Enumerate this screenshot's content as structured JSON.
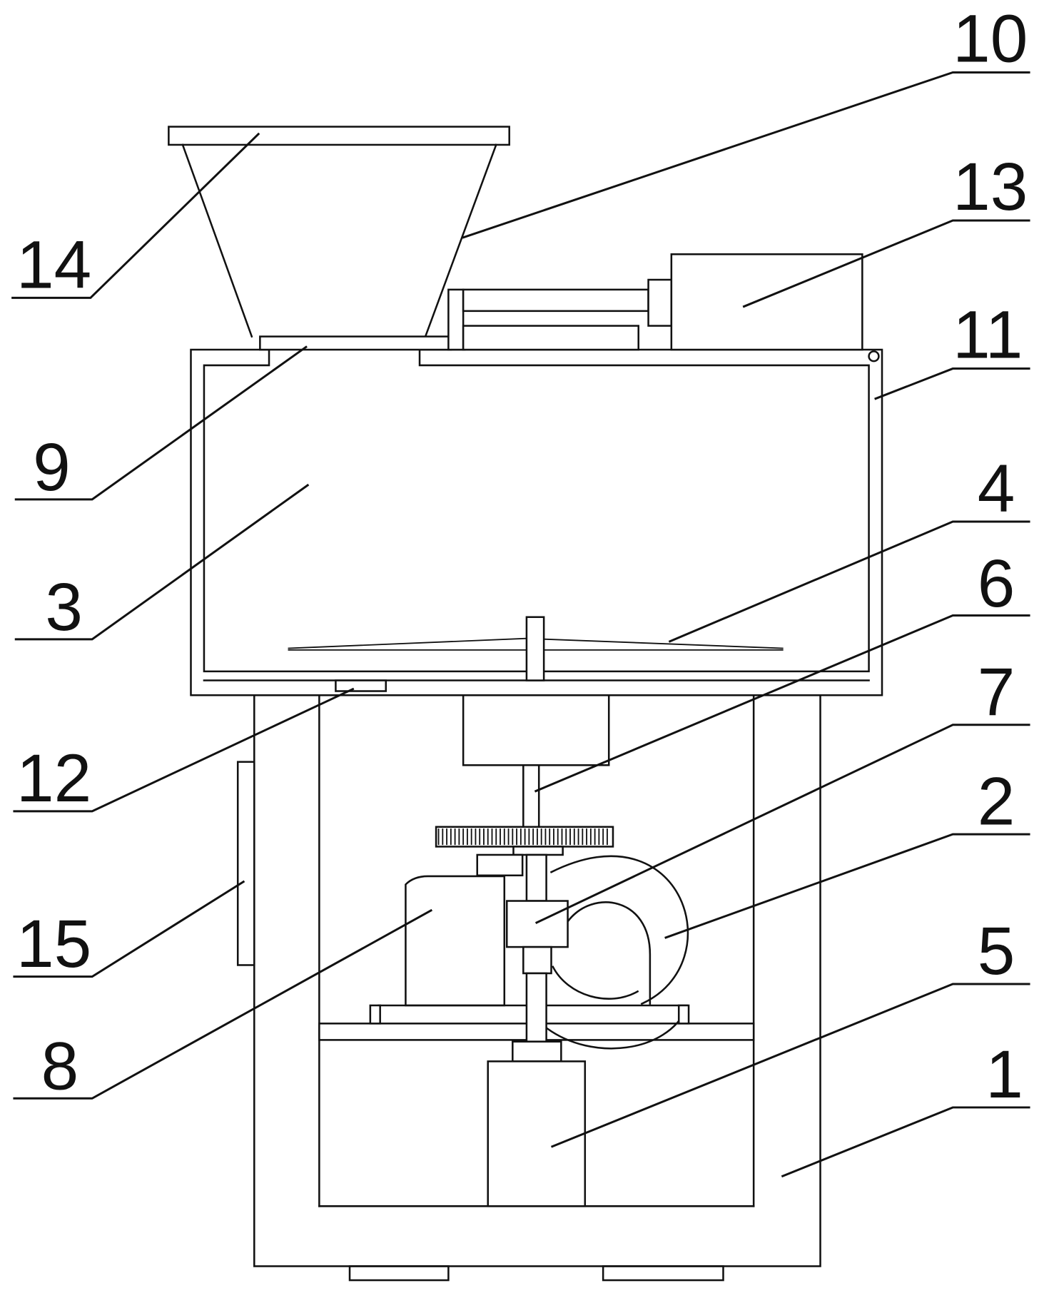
{
  "labels": [
    {
      "key": "l10",
      "text": "10"
    },
    {
      "key": "l14",
      "text": "14"
    },
    {
      "key": "l13",
      "text": "13"
    },
    {
      "key": "l11",
      "text": "11"
    },
    {
      "key": "l9",
      "text": "9"
    },
    {
      "key": "l4",
      "text": "4"
    },
    {
      "key": "l3",
      "text": "3"
    },
    {
      "key": "l6",
      "text": "6"
    },
    {
      "key": "l7",
      "text": "7"
    },
    {
      "key": "l12",
      "text": "12"
    },
    {
      "key": "l2",
      "text": "2"
    },
    {
      "key": "l15",
      "text": "15"
    },
    {
      "key": "l5",
      "text": "5"
    },
    {
      "key": "l8",
      "text": "8"
    },
    {
      "key": "l1",
      "text": "1"
    }
  ]
}
